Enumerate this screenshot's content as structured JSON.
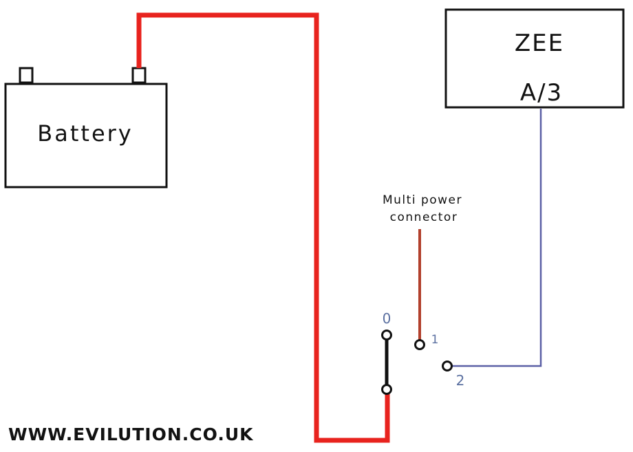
{
  "diagram": {
    "battery_label": "Battery",
    "device_label_line1": "ZEE",
    "device_label_line2": "A/3",
    "connector_label_line1": "Multi power",
    "connector_label_line2": "connector",
    "terminal_labels": [
      "0",
      "1",
      "2"
    ],
    "website": "WWW.EVILUTION.CO.UK"
  },
  "colors": {
    "battery_wire": "#e8231e",
    "connector_wire": "#b2402c",
    "device_wire": "#5a5fa5",
    "switch_wire": "#111111",
    "outline": "#111111",
    "terminal_label": "#5a6fa0"
  }
}
